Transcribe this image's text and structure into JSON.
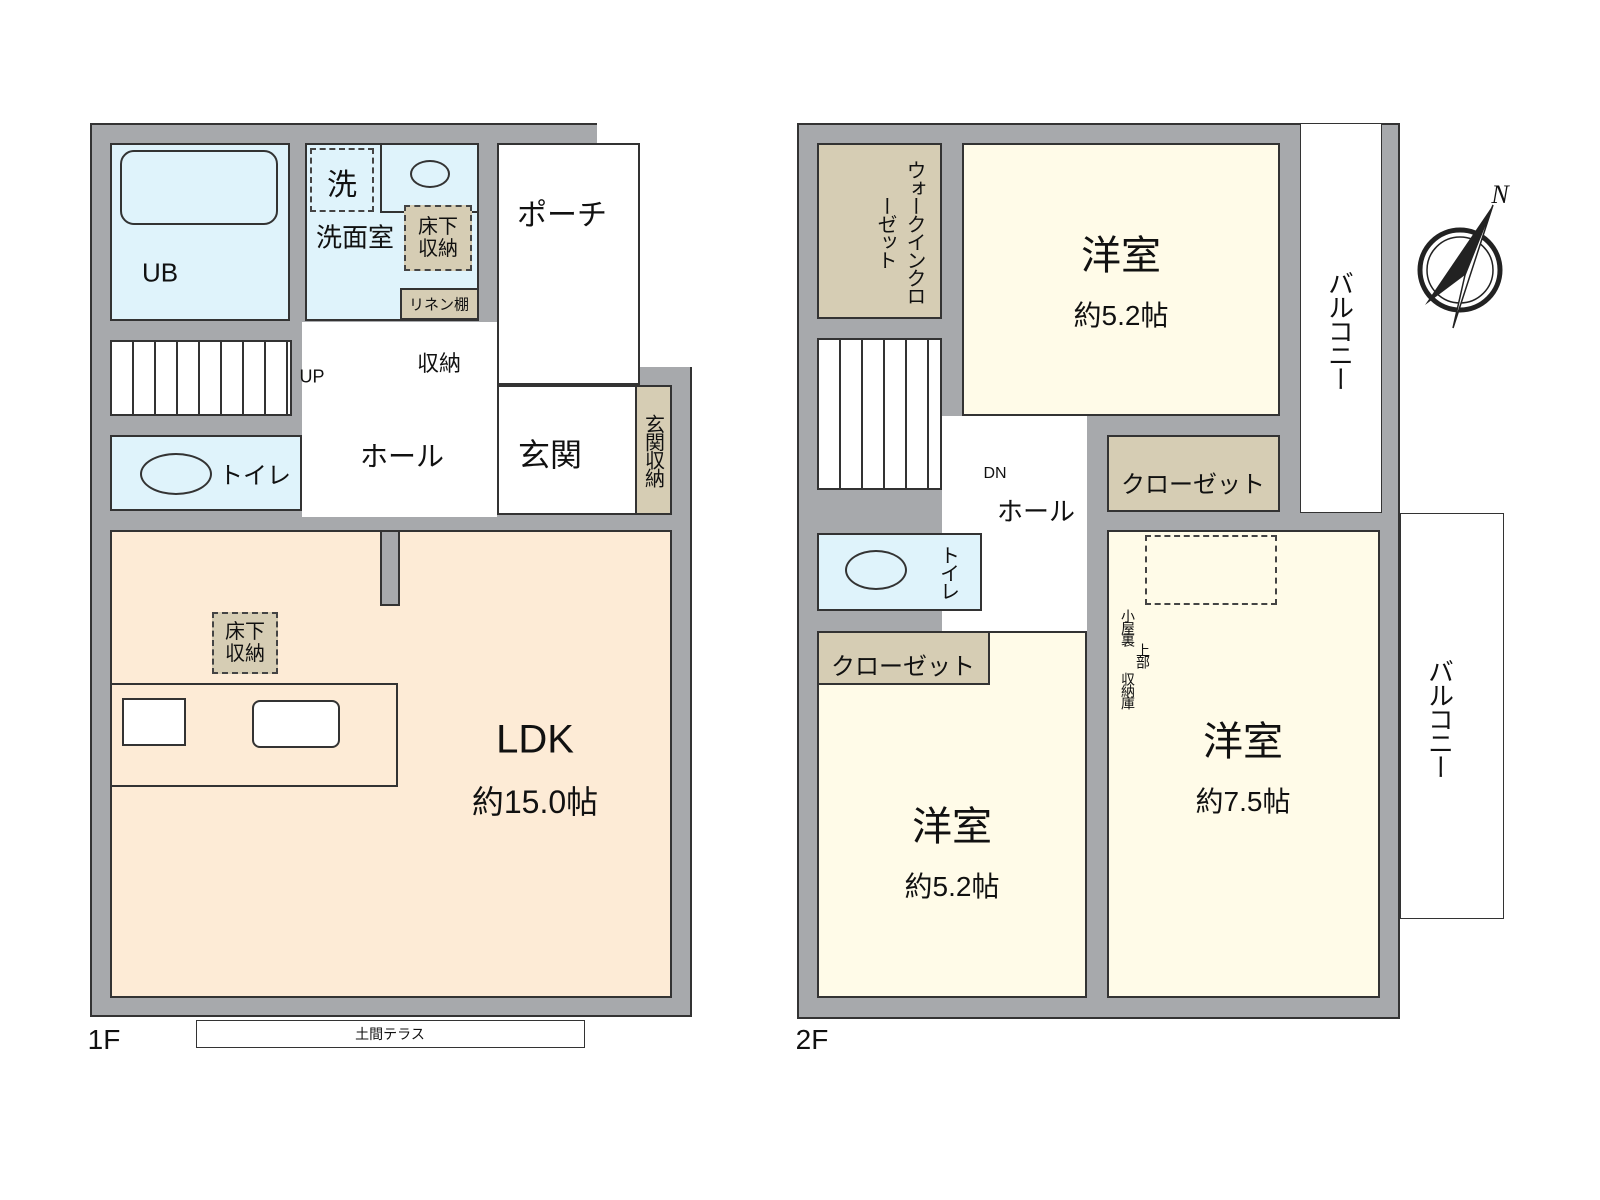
{
  "floor1": {
    "label": "1F",
    "rooms": {
      "ub": "UB",
      "washer": "洗",
      "washroom": "洗面室",
      "underfloor_storage_wash": "床下収納",
      "linen": "リネン棚",
      "storage": "収納",
      "porch": "ポーチ",
      "up": "UP",
      "hall": "ホール",
      "toilet": "トイレ",
      "entrance": "玄関",
      "entrance_storage": "玄関収納",
      "underfloor_storage_ldk": "床下収納",
      "ldk": "LDK",
      "ldk_size": "約15.0帖",
      "terrace": "土間テラス"
    }
  },
  "floor2": {
    "label": "2F",
    "rooms": {
      "wic": "ウォークインクローゼット",
      "bedroom1": "洋室",
      "bedroom1_size": "約5.2帖",
      "balcony_upper": "バルコニー",
      "dn": "DN",
      "hall": "ホール",
      "closet1": "クローゼット",
      "toilet": "トイレ",
      "closet2": "クローゼット",
      "attic": "小屋裏",
      "attic2": "上部",
      "attic3": "収納庫",
      "bedroom2": "洋室",
      "bedroom2_size": "約5.2帖",
      "bedroom3": "洋室",
      "bedroom3_size": "約7.5帖",
      "balcony_lower": "バルコニー"
    }
  },
  "compass": {
    "north": "N"
  },
  "colors": {
    "wall": "#a7a9ac",
    "wet": "#dff3fb",
    "storage": "#d6cdb4",
    "bedroom": "#fffbe8",
    "ldk": "#fdebd6"
  }
}
